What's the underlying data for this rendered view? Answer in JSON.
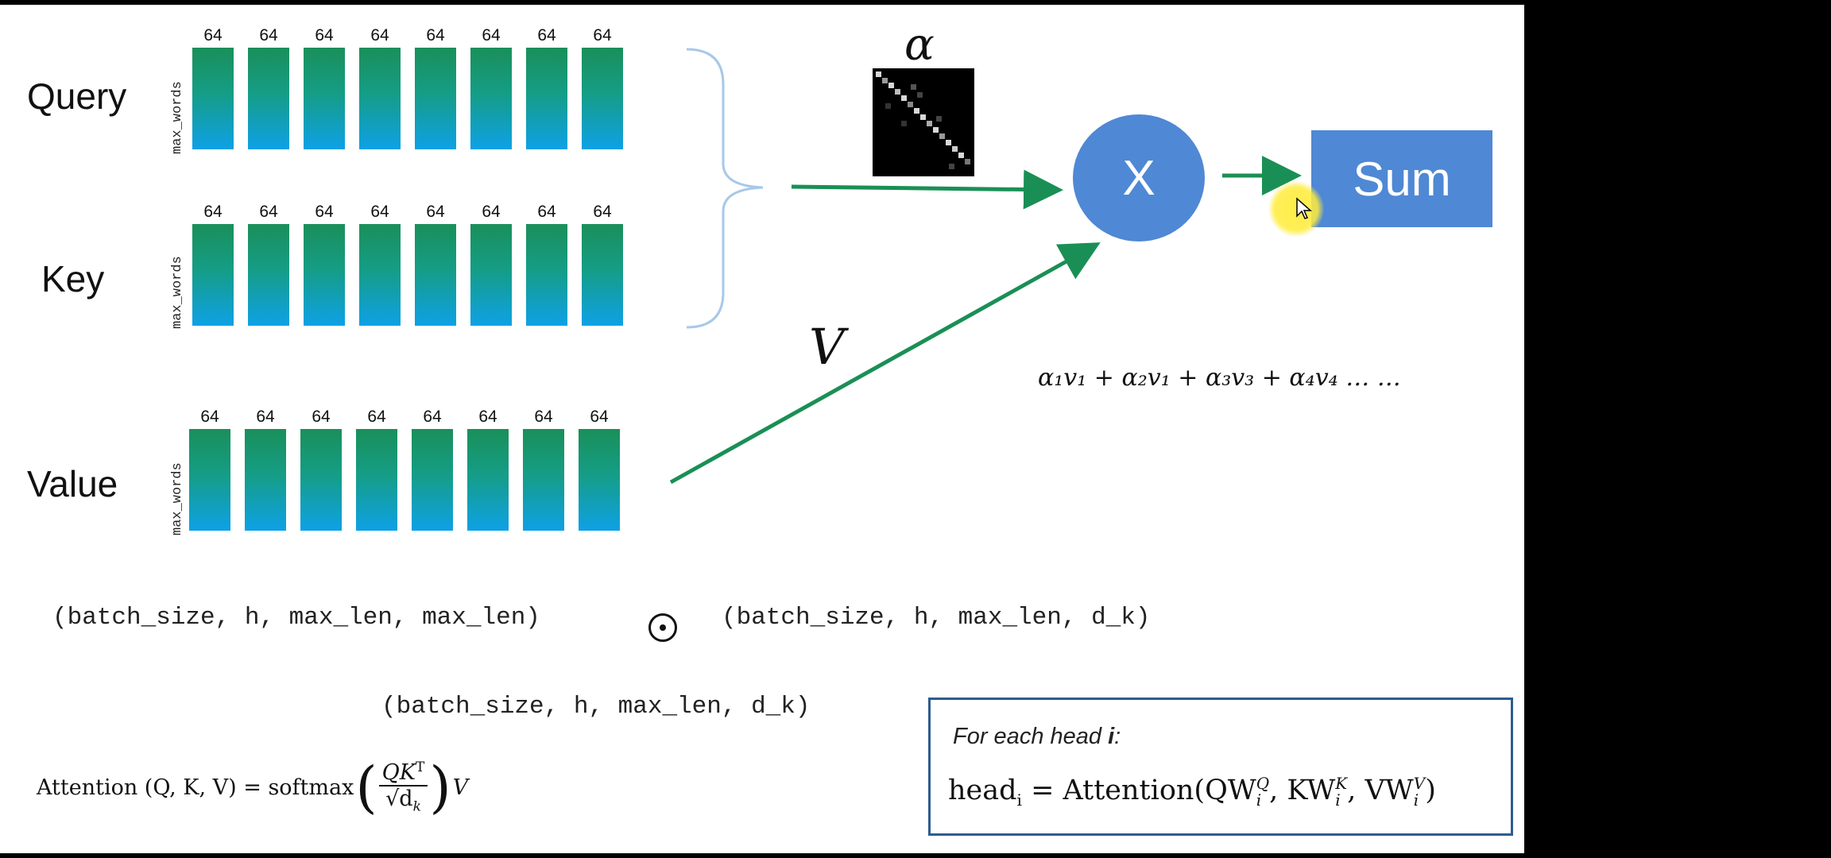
{
  "rows": [
    {
      "label": "Query",
      "dim_label": "max_words",
      "bar_labels": [
        "64",
        "64",
        "64",
        "64",
        "64",
        "64",
        "64",
        "64"
      ]
    },
    {
      "label": "Key",
      "dim_label": "max_words",
      "bar_labels": [
        "64",
        "64",
        "64",
        "64",
        "64",
        "64",
        "64",
        "64"
      ]
    },
    {
      "label": "Value",
      "dim_label": "max_words",
      "bar_labels": [
        "64",
        "64",
        "64",
        "64",
        "64",
        "64",
        "64",
        "64"
      ]
    }
  ],
  "alpha_label": "α",
  "v_label": "V",
  "x_node_label": "X",
  "sum_label": "Sum",
  "weighted_sum": "α₁v₁ + α₂v₁ + α₃v₃ + α₄v₄ … …",
  "shape_left": "(batch_size, h, max_len, max_len)",
  "shape_right": "(batch_size, h, max_len, d_k)",
  "shape_result": "(batch_size, h, max_len, d_k)",
  "attention_formula": {
    "lhs": "Attention (Q, K, V) = softmax",
    "numerator": "QK",
    "numerator_sup": "T",
    "denominator": "√d",
    "denominator_sub": "k",
    "rhs": "V"
  },
  "head_box": {
    "caption_prefix": "For each head ",
    "caption_var": "i",
    "caption_suffix": ":",
    "formula": "head",
    "formula_sub": "i",
    "formula_rest": " = Attention(QW",
    "w1_sup": "Q",
    "w1_sub": "i",
    "w2_pre": ", KW",
    "w2_sup": "K",
    "w2_sub": "i",
    "w3_pre": ", VW",
    "w3_sup": "V",
    "w3_sub": "i",
    "formula_end": ")"
  },
  "colors": {
    "bar_top": "#1a8f5a",
    "bar_bottom": "#0ea1e6",
    "node_blue": "#4f88d4",
    "arrow_green": "#1a8f55",
    "brace_blue": "#a8c8e8",
    "box_border": "#2c5c90"
  }
}
